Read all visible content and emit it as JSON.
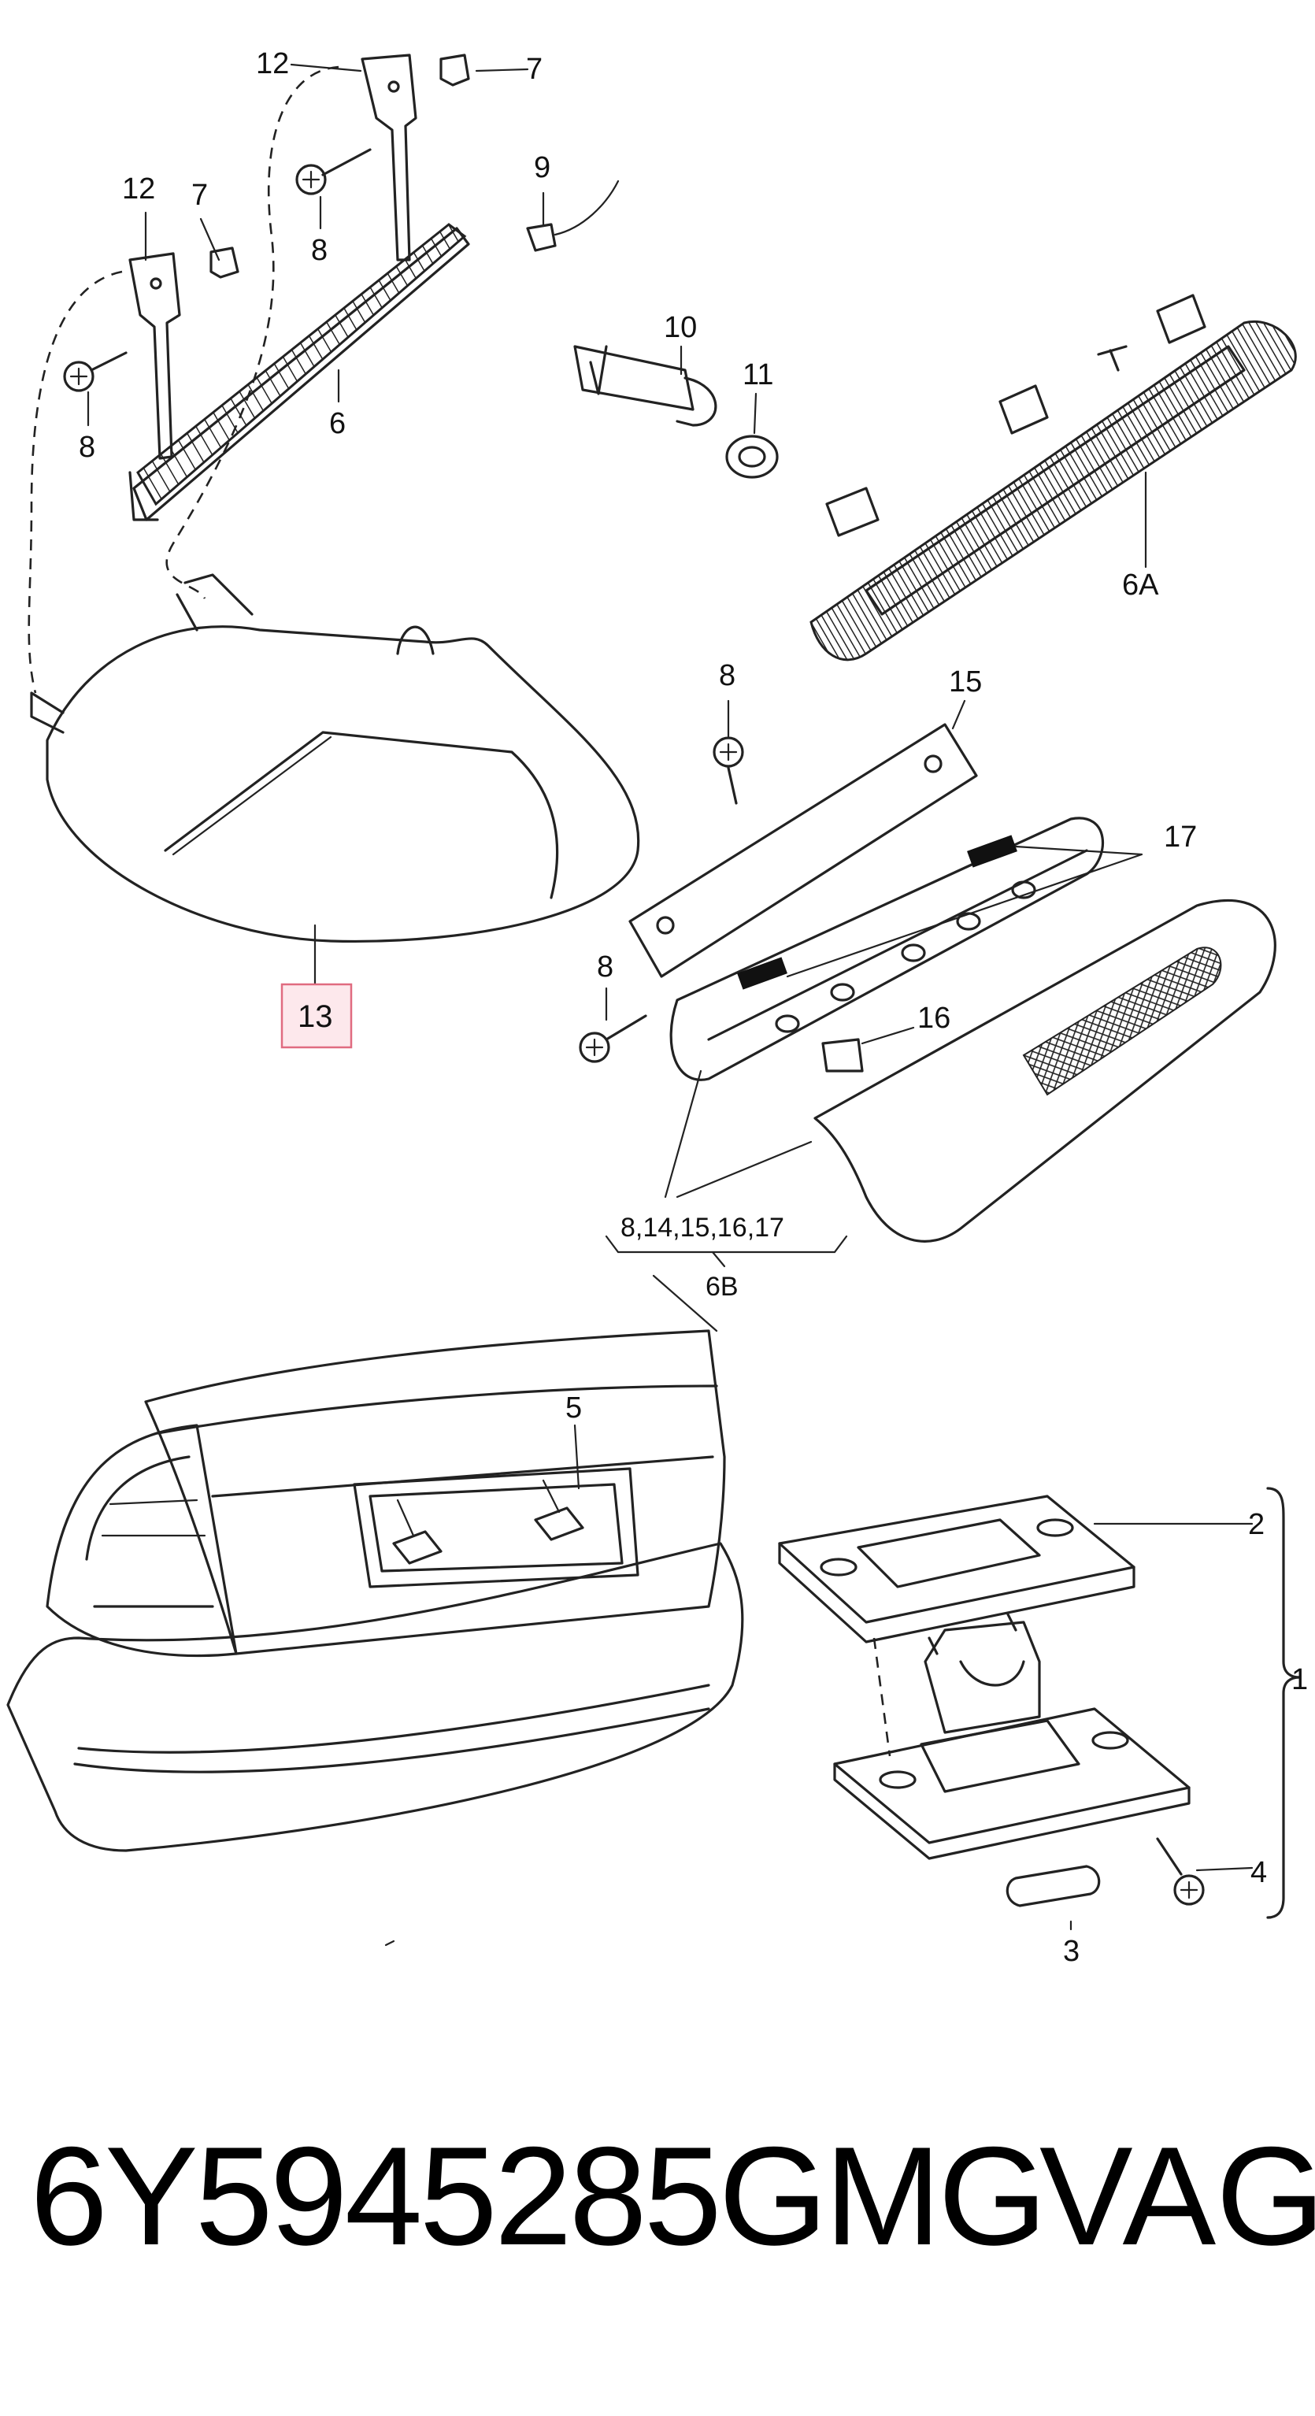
{
  "callouts": {
    "c12a": "12",
    "c7a": "7",
    "c12b": "12",
    "c7b": "7",
    "c8a": "8",
    "c8b": "8",
    "c6": "6",
    "c9": "9",
    "c10": "10",
    "c11": "11",
    "c6A": "6A",
    "c8c": "8",
    "c15": "15",
    "c17": "17",
    "c8d": "8",
    "c16": "16",
    "c13": "13",
    "group_6B_parts": "8,14,15,16,17",
    "group_6B": "6B",
    "c5": "5",
    "c2": "2",
    "c1": "1",
    "c4": "4",
    "c3": "3"
  },
  "colors": {
    "highlight_fill": "#fde8ec",
    "highlight_border": "#e06b80",
    "highlight_text": "#d2546b",
    "ink": "#222222"
  },
  "footer": {
    "part_number": "6Y5945285GMG",
    "brand": "VAG"
  }
}
